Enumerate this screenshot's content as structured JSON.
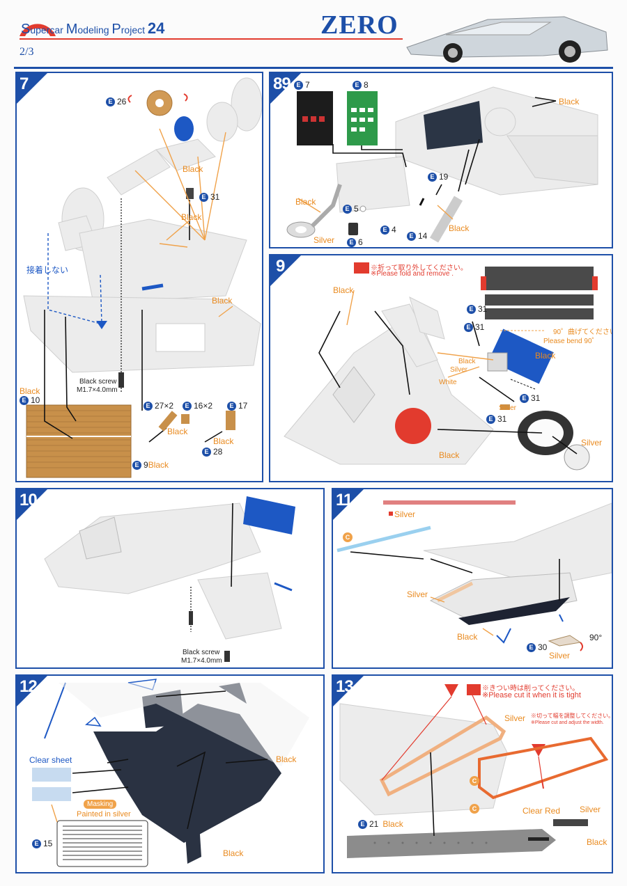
{
  "header": {
    "brand": {
      "s": "S",
      "upercar": "upercar ",
      "m": "M",
      "odeling": "odeling ",
      "p": "P",
      "roject": "roject ",
      "num": "24"
    },
    "title": "ZERO",
    "page_indicator": "2/3"
  },
  "colors": {
    "blue": "#1d4fa8",
    "orange": "#f0a24a",
    "red": "#e23b2e"
  },
  "labels": {
    "black": "Black",
    "silver": "Silver",
    "white": "White",
    "clear_red": "Clear Red",
    "clear_sheet": "Clear sheet",
    "masking": "Masking",
    "painted_in_silver": "Painted in silver",
    "screw_black": "Black screw",
    "screw_size": "M1.7×4.0mm",
    "no_glue": "接着しない",
    "deg90": "90°"
  },
  "step7": {
    "num": "7",
    "parts": {
      "e26": "26",
      "e31": "31",
      "e10": "10",
      "e27": "27",
      "e27x": "×2",
      "e16": "16",
      "e16x": "×2",
      "e17": "17",
      "e28": "28",
      "e9": "9"
    }
  },
  "step89": {
    "num": "89",
    "parts": {
      "e7": "7",
      "e8": "8",
      "e19": "19",
      "e5": "5",
      "e4": "4",
      "e14": "14",
      "e6": "6"
    }
  },
  "step9": {
    "num": "9",
    "note_jp": "※折って取り外してください。",
    "note_en": "※Please fold and remove .",
    "bend_jp": "90゜曲げてください。",
    "bend_en": "Please bend 90゜",
    "parts": {
      "e31": "31"
    }
  },
  "step10": {
    "num": "10"
  },
  "step11": {
    "num": "11",
    "parts": {
      "c": "C",
      "e30": "30"
    }
  },
  "step12": {
    "num": "12",
    "parts": {
      "e15": "15"
    }
  },
  "step13": {
    "num": "13",
    "note_jp": "※きつい時は削ってください。",
    "note_en": "※Please cut it when it is tight",
    "adjust_jp": "※切って幅を調整してください。",
    "adjust_en": "※Please cut and adjust the width.",
    "parts": {
      "c": "C",
      "e21": "21"
    }
  }
}
